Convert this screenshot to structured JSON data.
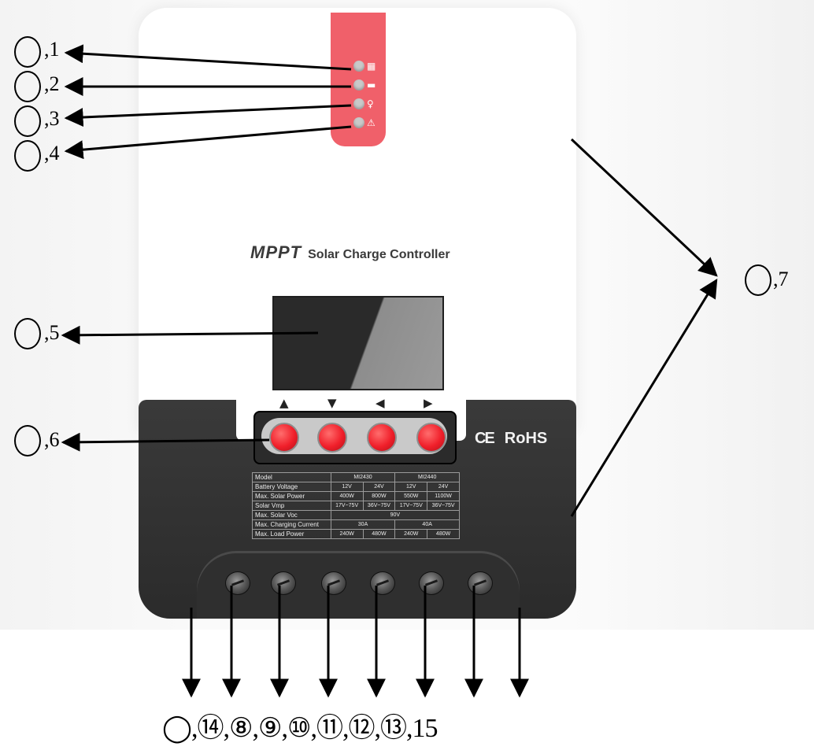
{
  "device": {
    "brand_mppt": "MPPT",
    "brand_rest": "Solar Charge Controller",
    "button_arrows": [
      "▲",
      "▼",
      "◀",
      "▶"
    ],
    "certifications": [
      "CE",
      "RoHS"
    ],
    "led_icons": [
      "solar-panel-icon",
      "battery-icon",
      "bulb-icon",
      "warning-icon"
    ],
    "led_glyphs": [
      "▦",
      "▬",
      "♀",
      "⚠"
    ],
    "colors": {
      "led_panel": "#f0606a",
      "button_red": "#f01f2a",
      "body_dark": "#2b2b2b",
      "body_white": "#ffffff"
    }
  },
  "spec_table": {
    "header": [
      "Model",
      "MI2430",
      "MI2440"
    ],
    "rows": [
      {
        "label": "Battery Voltage",
        "cells": [
          "12V",
          "24V",
          "12V",
          "24V"
        ]
      },
      {
        "label": "Max. Solar Power",
        "cells": [
          "400W",
          "800W",
          "550W",
          "1100W"
        ]
      },
      {
        "label": "Solar Vmp",
        "cells": [
          "17V~75V",
          "36V~75V",
          "17V~75V",
          "36V~75V"
        ]
      },
      {
        "label": "Max. Solar Voc",
        "cells": [
          "90V"
        ]
      },
      {
        "label": "Max. Charging Current",
        "cells": [
          "30A",
          "40A"
        ]
      },
      {
        "label": "Max. Load Power",
        "cells": [
          "240W",
          "480W",
          "240W",
          "480W"
        ]
      }
    ]
  },
  "callouts": {
    "c1": ",1",
    "c2": ",2",
    "c3": ",3",
    "c4": ",4",
    "c5": ",5",
    "c6": ",6",
    "c7": ",7",
    "bottom_text": "◯,⑭,⑧,⑨,⑩,⑪,⑫,⑬,15"
  }
}
